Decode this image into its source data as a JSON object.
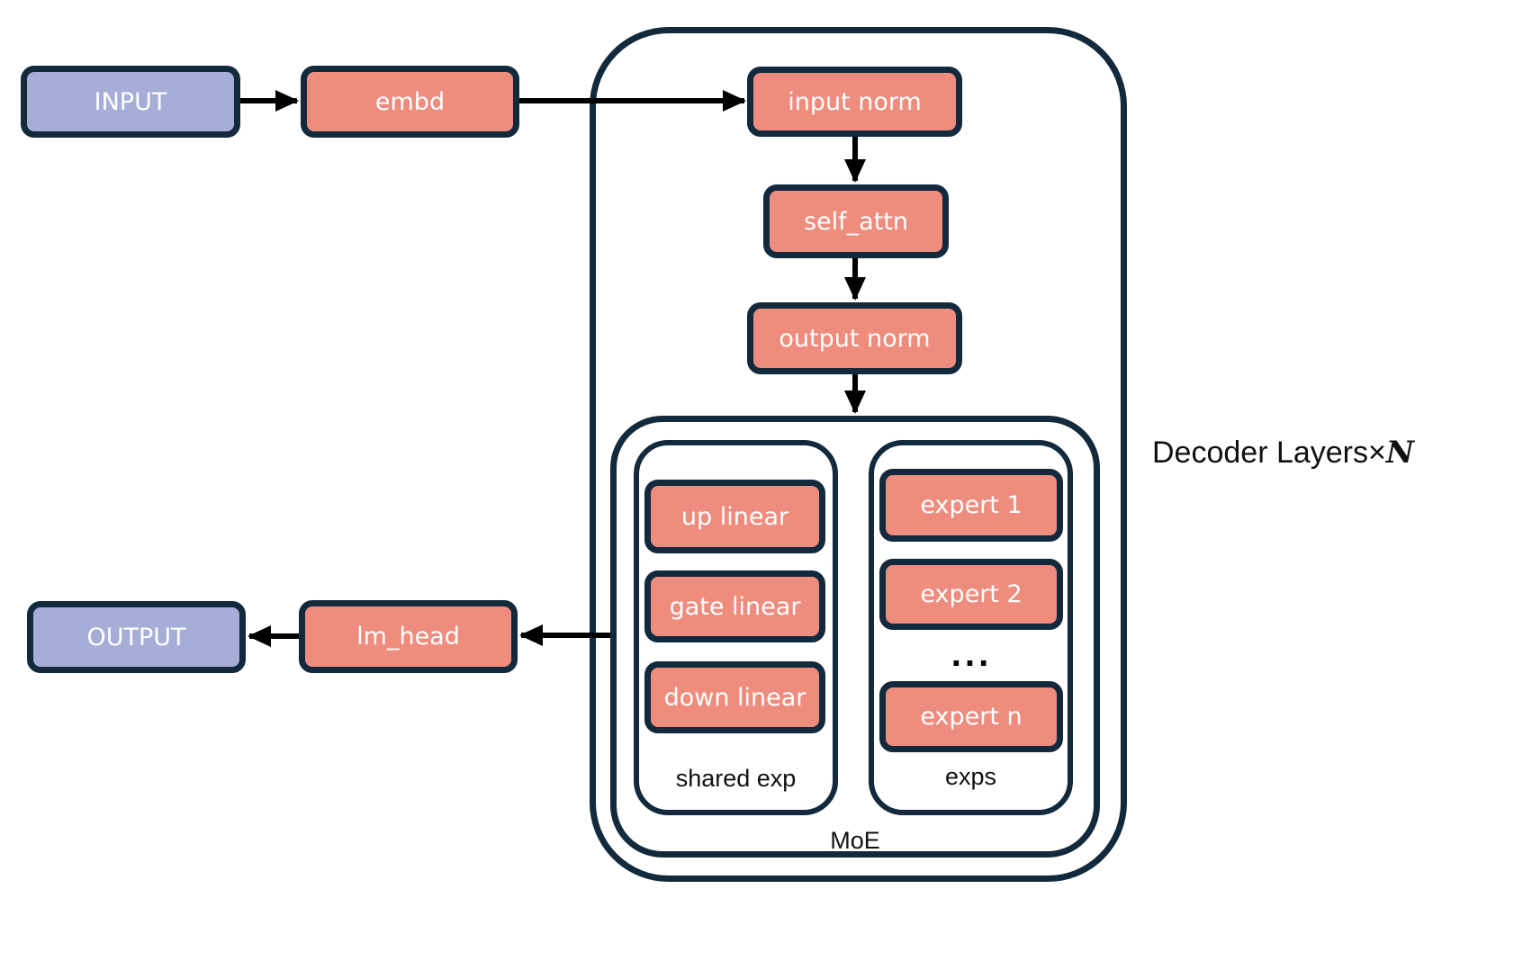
{
  "colors": {
    "purple": "#a6aed7",
    "salmon": "#ee8c7e",
    "navy": "#13293c",
    "black": "#000000",
    "label": "#111111",
    "node_text": "#ffffff"
  },
  "nodes": {
    "input": "INPUT",
    "embd": "embd",
    "input_norm": "input norm",
    "self_attn": "self_attn",
    "output_norm": "output norm",
    "up_linear": "up linear",
    "gate_linear": "gate linear",
    "down_linear": "down linear",
    "expert_1": "expert 1",
    "expert_2": "expert 2",
    "experts_ellipsis": "...",
    "expert_n": "expert n",
    "lm_head": "lm_head",
    "output": "OUTPUT"
  },
  "containers": {
    "shared_exp_label": "shared exp",
    "exps_label": "exps",
    "moe_label": "MoE",
    "decoder_label": "Decoder Layers",
    "decoder_times": "×",
    "decoder_n": "N"
  }
}
